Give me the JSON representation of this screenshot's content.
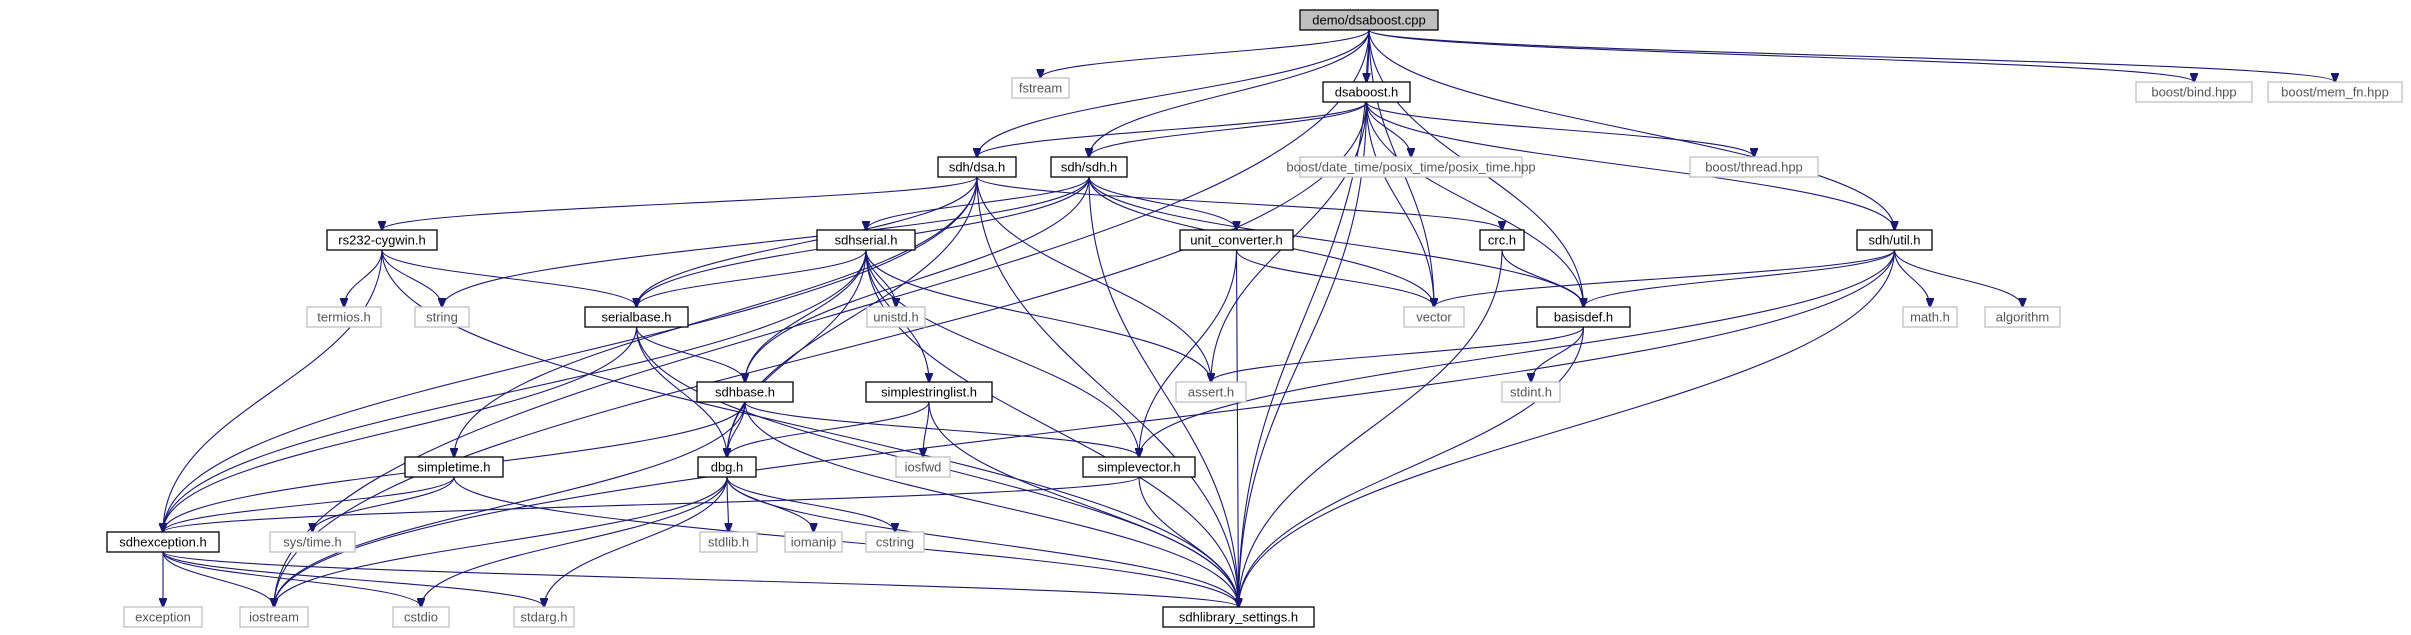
{
  "colors": {
    "edge": "#191970",
    "root_fill": "#bfbfbf",
    "local_border": "#000000",
    "system_border": "#bfbfbf",
    "system_text": "#555555",
    "local_text": "#000000"
  },
  "nodes": [
    {
      "id": "root",
      "label": "demo/dsaboost.cpp",
      "kind": "root"
    },
    {
      "id": "fstream",
      "label": "fstream",
      "kind": "system"
    },
    {
      "id": "dsaboost_h",
      "label": "dsaboost.h",
      "kind": "local"
    },
    {
      "id": "boost_bind",
      "label": "boost/bind.hpp",
      "kind": "system"
    },
    {
      "id": "boost_memfn",
      "label": "boost/mem_fn.hpp",
      "kind": "system"
    },
    {
      "id": "sdh_dsa",
      "label": "sdh/dsa.h",
      "kind": "local"
    },
    {
      "id": "sdh_sdh",
      "label": "sdh/sdh.h",
      "kind": "local"
    },
    {
      "id": "posix_time",
      "label": "boost/date_time/posix_time/posix_time.hpp",
      "kind": "system"
    },
    {
      "id": "boost_thread",
      "label": "boost/thread.hpp",
      "kind": "system"
    },
    {
      "id": "rs232",
      "label": "rs232-cygwin.h",
      "kind": "local"
    },
    {
      "id": "sdhserial",
      "label": "sdhserial.h",
      "kind": "local"
    },
    {
      "id": "unit_conv",
      "label": "unit_converter.h",
      "kind": "local"
    },
    {
      "id": "crc",
      "label": "crc.h",
      "kind": "local"
    },
    {
      "id": "sdh_util",
      "label": "sdh/util.h",
      "kind": "local"
    },
    {
      "id": "termios",
      "label": "termios.h",
      "kind": "system"
    },
    {
      "id": "string",
      "label": "string",
      "kind": "system"
    },
    {
      "id": "serialbase",
      "label": "serialbase.h",
      "kind": "local"
    },
    {
      "id": "unistd",
      "label": "unistd.h",
      "kind": "system"
    },
    {
      "id": "vector",
      "label": "vector",
      "kind": "system"
    },
    {
      "id": "basisdef",
      "label": "basisdef.h",
      "kind": "local"
    },
    {
      "id": "math",
      "label": "math.h",
      "kind": "system"
    },
    {
      "id": "algorithm",
      "label": "algorithm",
      "kind": "system"
    },
    {
      "id": "sdhbase",
      "label": "sdhbase.h",
      "kind": "local"
    },
    {
      "id": "simplestringlist",
      "label": "simplestringlist.h",
      "kind": "local"
    },
    {
      "id": "assert",
      "label": "assert.h",
      "kind": "system"
    },
    {
      "id": "stdint",
      "label": "stdint.h",
      "kind": "system"
    },
    {
      "id": "iosfwd",
      "label": "iosfwd",
      "kind": "system"
    },
    {
      "id": "simpletime",
      "label": "simpletime.h",
      "kind": "local"
    },
    {
      "id": "dbg",
      "label": "dbg.h",
      "kind": "local"
    },
    {
      "id": "simplevector",
      "label": "simplevector.h",
      "kind": "local"
    },
    {
      "id": "sdhexception",
      "label": "sdhexception.h",
      "kind": "local"
    },
    {
      "id": "systime",
      "label": "sys/time.h",
      "kind": "system"
    },
    {
      "id": "stdlib",
      "label": "stdlib.h",
      "kind": "system"
    },
    {
      "id": "iomanip",
      "label": "iomanip",
      "kind": "system"
    },
    {
      "id": "cstring",
      "label": "cstring",
      "kind": "system"
    },
    {
      "id": "exception",
      "label": "exception",
      "kind": "system"
    },
    {
      "id": "iostream",
      "label": "iostream",
      "kind": "system"
    },
    {
      "id": "cstdio",
      "label": "cstdio",
      "kind": "system"
    },
    {
      "id": "stdarg",
      "label": "stdarg.h",
      "kind": "system"
    },
    {
      "id": "sdhlibrary",
      "label": "sdhlibrary_settings.h",
      "kind": "local"
    }
  ],
  "edges": [
    [
      "root",
      "fstream"
    ],
    [
      "root",
      "dsaboost_h"
    ],
    [
      "root",
      "boost_bind"
    ],
    [
      "root",
      "boost_memfn"
    ],
    [
      "root",
      "sdh_dsa"
    ],
    [
      "root",
      "sdh_sdh"
    ],
    [
      "root",
      "sdh_util"
    ],
    [
      "root",
      "iostream"
    ],
    [
      "root",
      "vector"
    ],
    [
      "root",
      "basisdef"
    ],
    [
      "root",
      "sdhlibrary"
    ],
    [
      "dsaboost_h",
      "sdh_dsa"
    ],
    [
      "dsaboost_h",
      "sdh_sdh"
    ],
    [
      "dsaboost_h",
      "posix_time"
    ],
    [
      "dsaboost_h",
      "boost_thread"
    ],
    [
      "dsaboost_h",
      "sdh_util"
    ],
    [
      "dsaboost_h",
      "iostream"
    ],
    [
      "dsaboost_h",
      "vector"
    ],
    [
      "dsaboost_h",
      "basisdef"
    ],
    [
      "dsaboost_h",
      "assert"
    ],
    [
      "dsaboost_h",
      "sdhlibrary"
    ],
    [
      "sdh_dsa",
      "rs232"
    ],
    [
      "sdh_dsa",
      "crc"
    ],
    [
      "sdh_dsa",
      "sdhexception"
    ],
    [
      "sdh_dsa",
      "dbg"
    ],
    [
      "sdh_dsa",
      "assert"
    ],
    [
      "sdh_dsa",
      "sdhlibrary"
    ],
    [
      "sdh_dsa",
      "simpletime"
    ],
    [
      "sdh_dsa",
      "serialbase"
    ],
    [
      "sdh_sdh",
      "sdhserial"
    ],
    [
      "sdh_sdh",
      "unit_conv"
    ],
    [
      "sdh_sdh",
      "basisdef"
    ],
    [
      "sdh_sdh",
      "string"
    ],
    [
      "sdh_sdh",
      "serialbase"
    ],
    [
      "sdh_sdh",
      "sdhbase"
    ],
    [
      "sdh_sdh",
      "vector"
    ],
    [
      "sdh_sdh",
      "sdhlibrary"
    ],
    [
      "rs232",
      "termios"
    ],
    [
      "rs232",
      "string"
    ],
    [
      "rs232",
      "serialbase"
    ],
    [
      "rs232",
      "sdhexception"
    ],
    [
      "rs232",
      "sdhlibrary"
    ],
    [
      "sdhserial",
      "serialbase"
    ],
    [
      "sdhserial",
      "unistd"
    ],
    [
      "sdhserial",
      "sdhbase"
    ],
    [
      "sdhserial",
      "simplestringlist"
    ],
    [
      "sdhserial",
      "assert"
    ],
    [
      "sdhserial",
      "dbg"
    ],
    [
      "sdhserial",
      "simplevector"
    ],
    [
      "sdhserial",
      "sdhexception"
    ],
    [
      "sdhserial",
      "sdhlibrary"
    ],
    [
      "unit_conv",
      "vector"
    ],
    [
      "unit_conv",
      "simplevector"
    ],
    [
      "unit_conv",
      "sdhlibrary"
    ],
    [
      "crc",
      "basisdef"
    ],
    [
      "crc",
      "sdhlibrary"
    ],
    [
      "sdh_util",
      "math"
    ],
    [
      "sdh_util",
      "algorithm"
    ],
    [
      "sdh_util",
      "vector"
    ],
    [
      "sdh_util",
      "basisdef"
    ],
    [
      "sdh_util",
      "simplevector"
    ],
    [
      "sdh_util",
      "sdhlibrary"
    ],
    [
      "sdh_util",
      "iostream"
    ],
    [
      "serialbase",
      "sdhbase"
    ],
    [
      "serialbase",
      "dbg"
    ],
    [
      "serialbase",
      "sdhexception"
    ],
    [
      "serialbase",
      "sdhlibrary"
    ],
    [
      "basisdef",
      "assert"
    ],
    [
      "basisdef",
      "stdint"
    ],
    [
      "basisdef",
      "sdhlibrary"
    ],
    [
      "sdhbase",
      "dbg"
    ],
    [
      "sdhbase",
      "simplevector"
    ],
    [
      "sdhbase",
      "sdhexception"
    ],
    [
      "sdhbase",
      "iostream"
    ],
    [
      "sdhbase",
      "sdhlibrary"
    ],
    [
      "simplestringlist",
      "iosfwd"
    ],
    [
      "simplestringlist",
      "dbg"
    ],
    [
      "simplestringlist",
      "sdhlibrary"
    ],
    [
      "simpletime",
      "systime"
    ],
    [
      "simpletime",
      "sdhexception"
    ],
    [
      "simpletime",
      "sdhlibrary"
    ],
    [
      "dbg",
      "stdlib"
    ],
    [
      "dbg",
      "iomanip"
    ],
    [
      "dbg",
      "cstring"
    ],
    [
      "dbg",
      "iostream"
    ],
    [
      "dbg",
      "cstdio"
    ],
    [
      "dbg",
      "stdarg"
    ],
    [
      "dbg",
      "sdhlibrary"
    ],
    [
      "simplevector",
      "sdhexception"
    ],
    [
      "simplevector",
      "sdhlibrary"
    ],
    [
      "sdhexception",
      "exception"
    ],
    [
      "sdhexception",
      "iostream"
    ],
    [
      "sdhexception",
      "cstdio"
    ],
    [
      "sdhexception",
      "stdarg"
    ],
    [
      "sdhexception",
      "sdhlibrary"
    ]
  ]
}
